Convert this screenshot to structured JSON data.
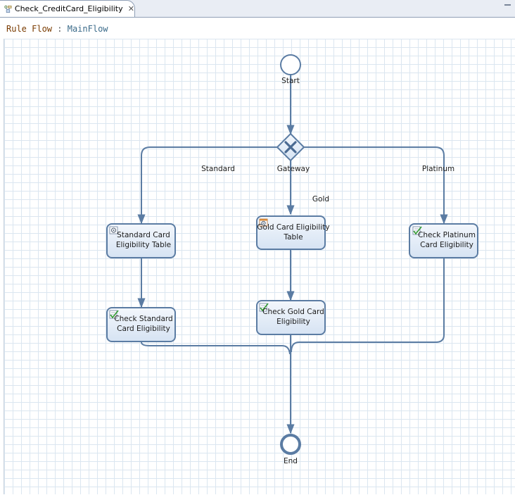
{
  "tab": {
    "label": "Check_CreditCard_Eligibility",
    "icon": "rule-flow-icon",
    "close_icon": "close-icon",
    "close_glyph": "✕"
  },
  "header": {
    "keyword": "Rule Flow",
    "separator": ":",
    "flow_name": "MainFlow"
  },
  "colors": {
    "stroke": "#5b7ca3",
    "node_fill": "#dde8f5",
    "node_fill_light": "#f0f5fb",
    "grid": "#dbe6f0"
  },
  "diagram": {
    "start": {
      "label": "Start"
    },
    "gateway": {
      "label": "Gateway"
    },
    "end": {
      "label": "End"
    },
    "tasks": {
      "standard_table": {
        "line1": "Standard Card",
        "line2": "Eligibility Table",
        "icon": "decision-table-icon"
      },
      "gold_table": {
        "line1": "Gold Card Eligibility",
        "line2": "Table",
        "icon": "decision-table-icon"
      },
      "platinum_check": {
        "line1": "Check Platinum",
        "line2": "Card Eligibility",
        "icon": "rule-task-icon"
      },
      "standard_check": {
        "line1": "Check Standard",
        "line2": "Card Eligibility",
        "icon": "rule-task-icon"
      },
      "gold_check": {
        "line1": "Check Gold Card",
        "line2": "Eligibility",
        "icon": "rule-task-icon"
      }
    },
    "edges": {
      "standard": "Standard",
      "gold": "Gold",
      "platinum": "Platinum"
    }
  }
}
